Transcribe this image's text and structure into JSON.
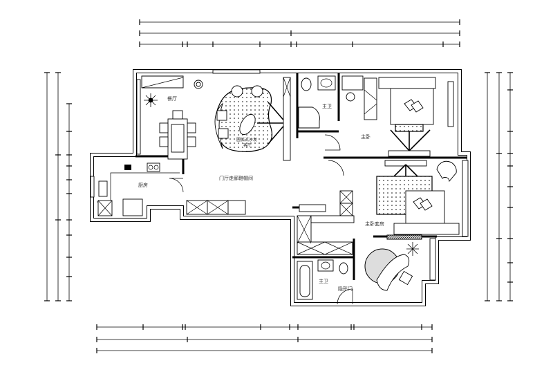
{
  "rooms": {
    "dining": "餐厅",
    "living": "圆弧式沙发",
    "living_sub": "客厅",
    "kitchen": "厨房",
    "hall": "门厅走廊鞋帽间",
    "master_bath_top": "主卫",
    "master_bedroom": "主卧",
    "master_suite": "主卧套房",
    "master_bath_bottom": "主卫",
    "hidden_door": "隐形门"
  }
}
